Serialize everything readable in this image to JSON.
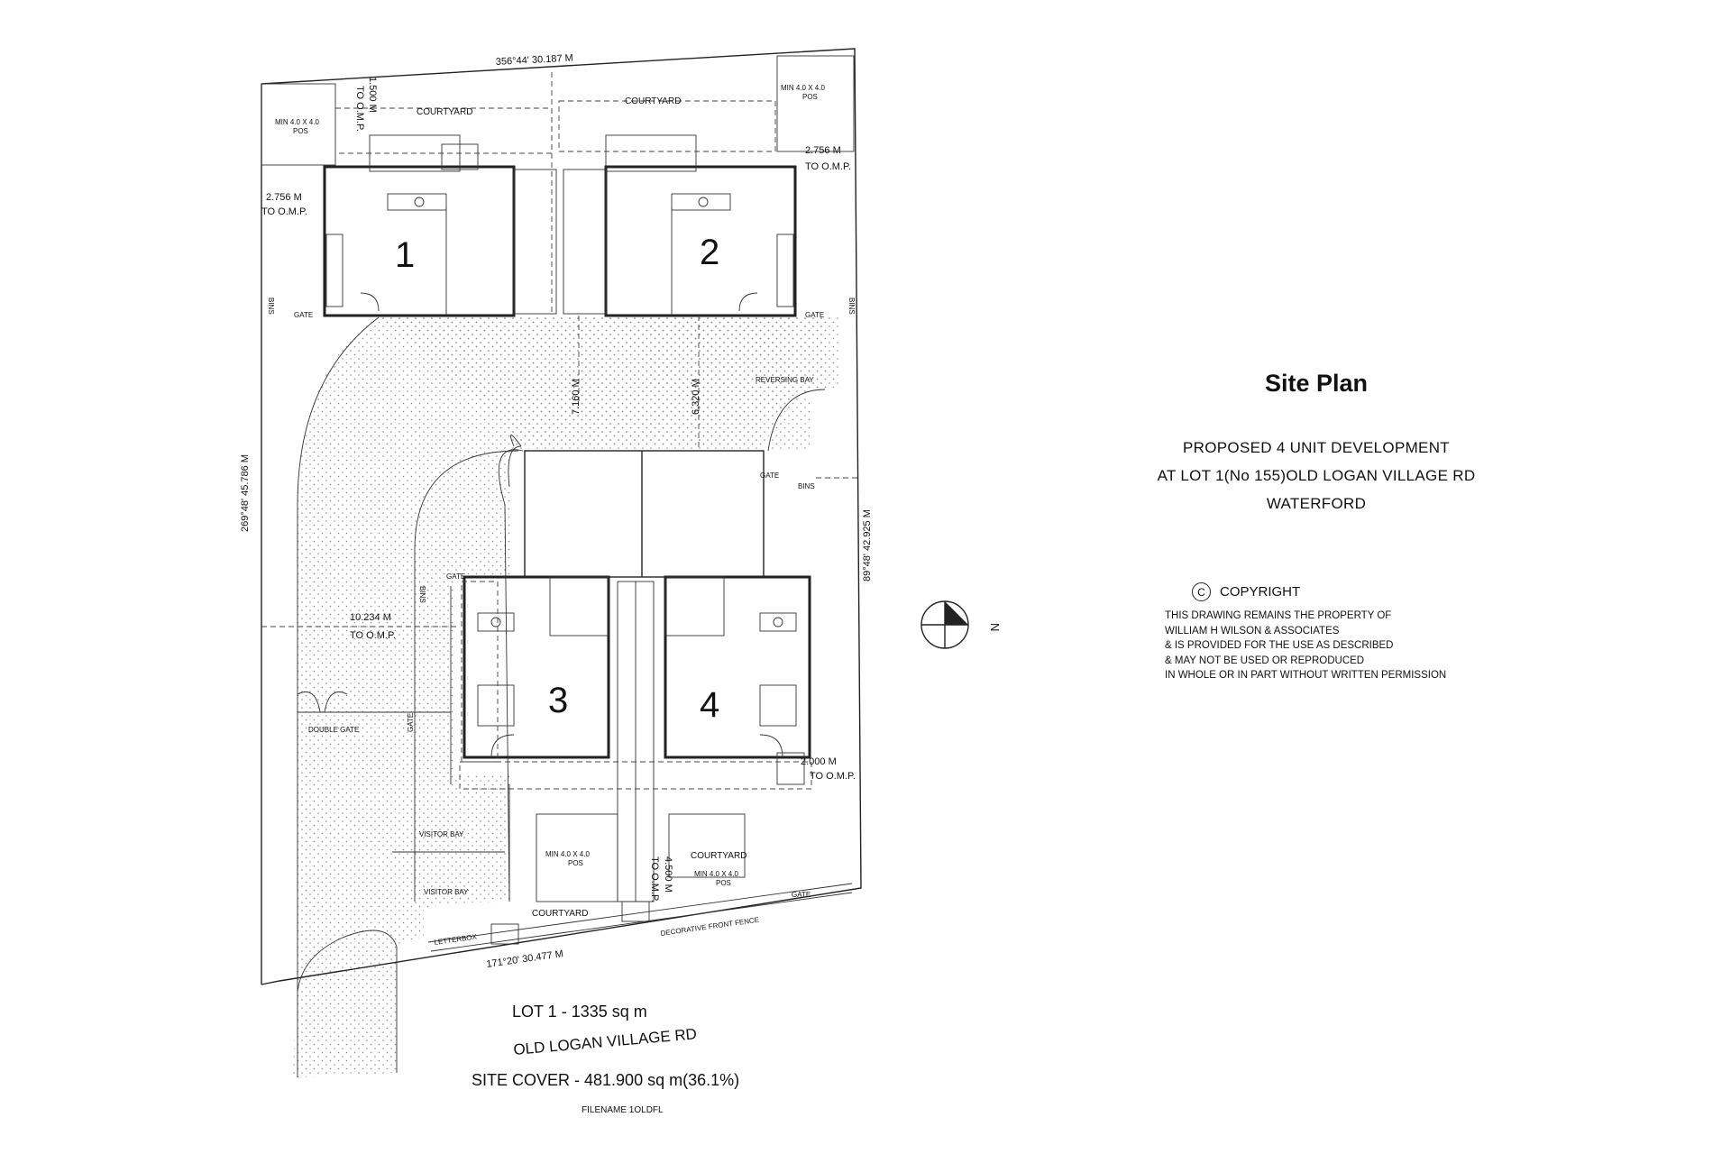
{
  "title_block": {
    "title": "Site Plan",
    "lines": [
      "PROPOSED 4 UNIT DEVELOPMENT",
      "AT LOT 1(No 155)OLD LOGAN VILLAGE RD",
      "WATERFORD"
    ]
  },
  "copyright": {
    "symbol": "C",
    "heading": "COPYRIGHT",
    "lines": [
      "THIS DRAWING REMAINS THE PROPERTY OF",
      "WILLIAM H WILSON & ASSOCIATES",
      "& IS PROVIDED FOR THE USE AS DESCRIBED",
      "& MAY NOT BE USED OR REPRODUCED",
      "IN WHOLE OR IN PART WITHOUT WRITTEN PERMISSION"
    ]
  },
  "north": {
    "label": "N"
  },
  "boundaries": {
    "top": "356°44'  30.187 M",
    "left": "269°48'  45.786 M",
    "right": "89°48'  42.925 M",
    "bottom": "171°20'  30.477 M"
  },
  "units": [
    "1",
    "2",
    "3",
    "4"
  ],
  "setbacks": {
    "top_left_vertical": "1.500 M",
    "top_left_omp": "TO O.M.P.",
    "top_right": "2.756 M",
    "top_right_omp": "TO O.M.P.",
    "left": "2.756 M",
    "left_omp": "TO O.M.P.",
    "mid_left": "10.234 M",
    "mid_left_omp": "TO O.M.P.",
    "lower_right": "2.000 M",
    "lower_right_omp": "TO O.M.P.",
    "bottom": "4.500 M",
    "bottom_omp": "TO O.M.P."
  },
  "driveway": {
    "dim_a": "7.160 M",
    "dim_b": "6.320 M"
  },
  "labels": {
    "courtyard": "COURTYARD",
    "pos": "MIN 4.0 X 4.0",
    "pos_suffix": "POS",
    "gate": "GATE",
    "bins": "BINS",
    "reversing_bay": "REVERSING BAY",
    "double_gate": "DOUBLE GATE",
    "visitor_bay": "VISITOR BAY",
    "letterbox": "LETTERBOX",
    "front_fence": "DECORATIVE FRONT FENCE"
  },
  "lot": {
    "area": "LOT 1 - 1335 sq m",
    "road": "OLD LOGAN VILLAGE RD",
    "site_cover": "SITE COVER - 481.900 sq m(36.1%)",
    "filename": "FILENAME 1OLDFL"
  },
  "colors": {
    "line": "#222222",
    "paving_dot": "#8a8a8a",
    "background": "#ffffff"
  }
}
